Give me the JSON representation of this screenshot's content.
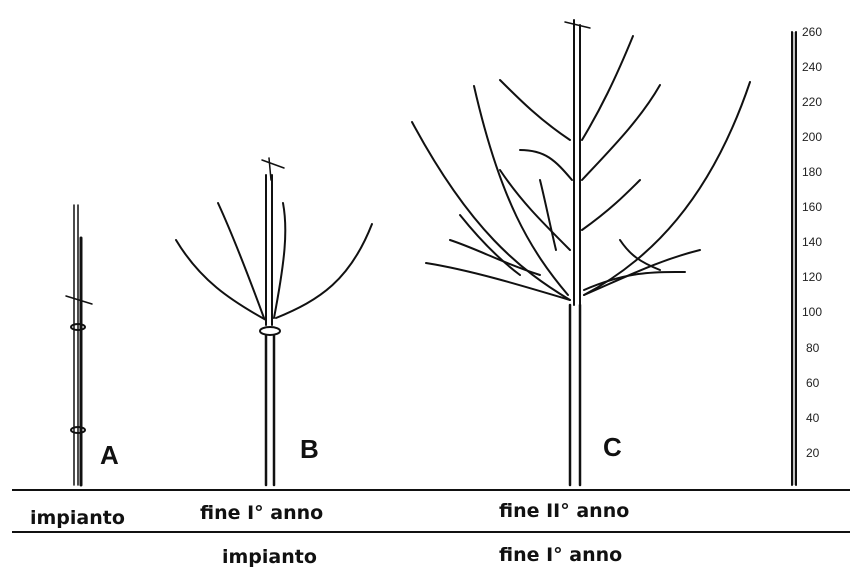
{
  "stages": [
    {
      "letter": "A",
      "row1": "impianto",
      "row2": ""
    },
    {
      "letter": "B",
      "row1": "fine I° anno",
      "row2": "impianto"
    },
    {
      "letter": "C",
      "row1": "fine II° anno",
      "row2": "fine I° anno"
    }
  ],
  "scale": {
    "ticks": [
      "260",
      "240",
      "220",
      "200",
      "180",
      "160",
      "140",
      "120",
      "100",
      "80",
      "60",
      "40",
      "20"
    ]
  },
  "colors": {
    "ink": "#111111",
    "background": "#ffffff"
  }
}
